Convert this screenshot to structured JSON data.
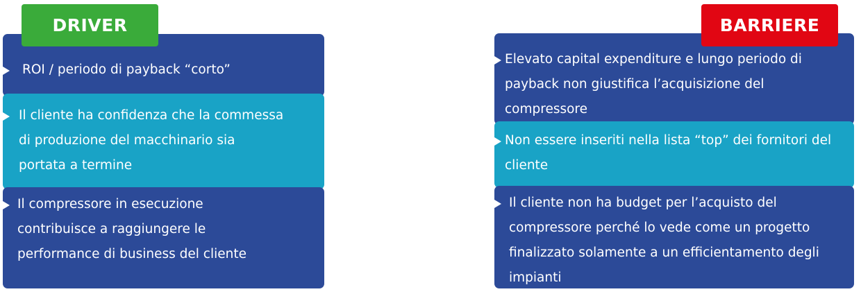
{
  "colors": {
    "dark_blue": "#2c4a98",
    "teal": "#19a3c6",
    "green": "#3aab3a",
    "red": "#e10613",
    "text": "#ffffff"
  },
  "driver": {
    "label": "DRIVER",
    "items": [
      {
        "lines": [
          "ROI / periodo di payback “corto”"
        ],
        "style": "dark"
      },
      {
        "lines": [
          "Il cliente ha confidenza che la commessa",
          "di produzione del macchinario sia",
          "portata a termine"
        ],
        "style": "teal"
      },
      {
        "lines": [
          "Il compressore in esecuzione",
          "contribuisce a raggiungere le",
          "performance di business del cliente"
        ],
        "style": "dark"
      }
    ]
  },
  "barriere": {
    "label": "BARRIERE",
    "items": [
      {
        "lines": [
          "Elevato capital expenditure e lungo periodo di",
          "payback non giustifica l’acquisizione del",
          "compressore"
        ],
        "style": "dark"
      },
      {
        "lines": [
          "Non essere inseriti nella lista “top” dei fornitori del",
          "cliente"
        ],
        "style": "teal"
      },
      {
        "lines": [
          "Il cliente non ha budget per l’acquisto del",
          "compressore perché lo vede come un progetto",
          "finalizzato solamente a un efficientamento degli",
          "impianti"
        ],
        "style": "dark"
      }
    ]
  }
}
